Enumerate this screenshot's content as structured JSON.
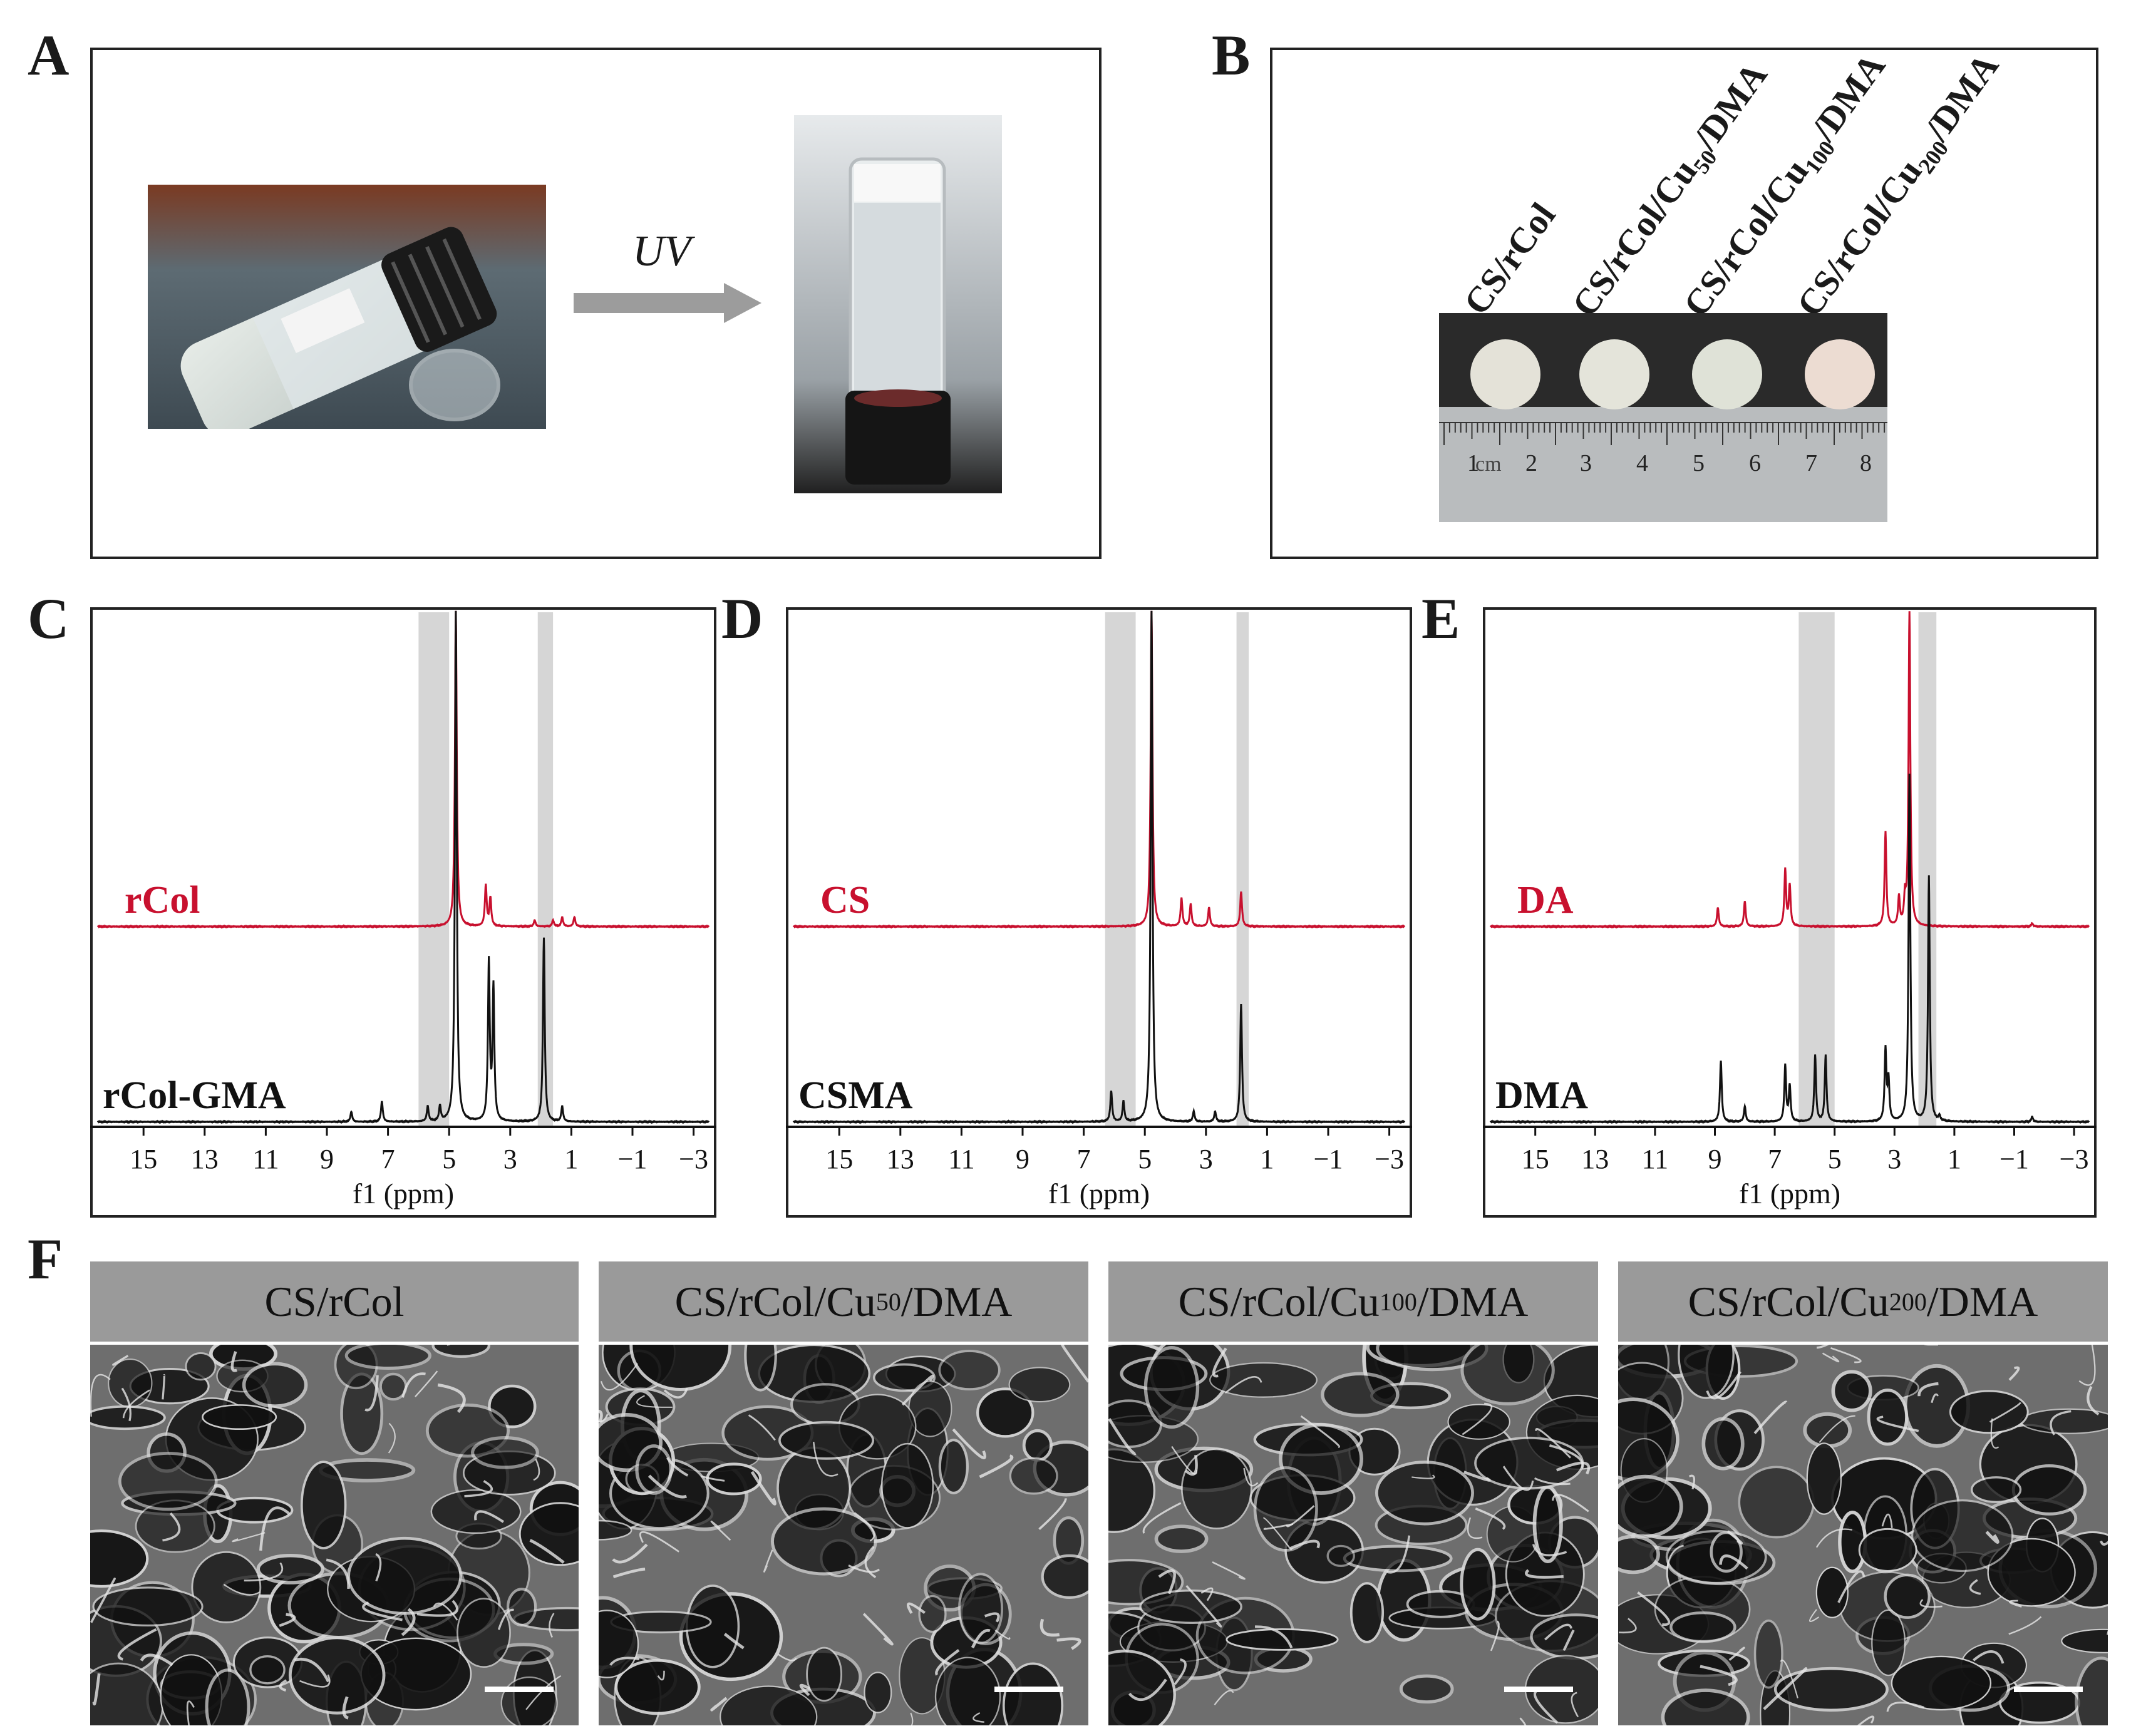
{
  "panels": {
    "A": "A",
    "B": "B",
    "C": "C",
    "D": "D",
    "E": "E",
    "F": "F"
  },
  "panelA": {
    "arrow_label": "UV"
  },
  "panelB": {
    "samples": [
      {
        "base": "CS/rCol",
        "sub": "",
        "tail": ""
      },
      {
        "base": "CS/rCol/Cu",
        "sub": "50",
        "tail": "/DMA"
      },
      {
        "base": "CS/rCol/Cu",
        "sub": "100",
        "tail": "/DMA"
      },
      {
        "base": "CS/rCol/Cu",
        "sub": "200",
        "tail": "/DMA"
      }
    ],
    "ruler_numbers": [
      "1",
      "2",
      "3",
      "4",
      "5",
      "6",
      "7",
      "8"
    ],
    "ruler_unit": "cm"
  },
  "panelF": {
    "headers": [
      {
        "base": "CS/rCol",
        "sub": "",
        "tail": ""
      },
      {
        "base": "CS/rCol/Cu",
        "sub": "50",
        "tail": "/DMA"
      },
      {
        "base": "CS/rCol/Cu",
        "sub": "100",
        "tail": "/DMA"
      },
      {
        "base": "CS/rCol/Cu",
        "sub": "200",
        "tail": "/DMA"
      }
    ]
  },
  "colors": {
    "red": "#c8102e",
    "black": "#111111",
    "gray_band": "#d6d6d6",
    "sem_header": "#9a9a9a"
  },
  "chart_data": [
    {
      "type": "line",
      "xlabel": "f1 (ppm)",
      "xticks": [
        "15",
        "13",
        "11",
        "9",
        "7",
        "5",
        "3",
        "1",
        "−1",
        "−3"
      ],
      "xlim": [
        16.5,
        -3.5
      ],
      "reversed_x": true,
      "highlight_bands_ppm": [
        [
          6.0,
          5.0
        ],
        [
          2.1,
          1.6
        ]
      ],
      "series": [
        {
          "name": "rCol",
          "color": "#c8102e",
          "peaks": [
            [
              4.78,
              100
            ],
            [
              3.8,
              13
            ],
            [
              3.65,
              9
            ],
            [
              2.2,
              2
            ],
            [
              1.6,
              2
            ],
            [
              1.3,
              3
            ],
            [
              0.9,
              3
            ]
          ]
        },
        {
          "name": "rCol-GMA",
          "color": "#111111",
          "peaks": [
            [
              8.2,
              2
            ],
            [
              7.2,
              4
            ],
            [
              5.7,
              3
            ],
            [
              5.3,
              3
            ],
            [
              4.78,
              100
            ],
            [
              3.7,
              31
            ],
            [
              3.55,
              26
            ],
            [
              1.9,
              36
            ],
            [
              1.3,
              3
            ]
          ]
        }
      ]
    },
    {
      "type": "line",
      "xlabel": "f1 (ppm)",
      "xticks": [
        "15",
        "13",
        "11",
        "9",
        "7",
        "5",
        "3",
        "1",
        "−1",
        "−3"
      ],
      "xlim": [
        16.5,
        -3.5
      ],
      "reversed_x": true,
      "highlight_bands_ppm": [
        [
          6.3,
          5.3
        ],
        [
          2.0,
          1.6
        ]
      ],
      "series": [
        {
          "name": "CS",
          "color": "#c8102e",
          "peaks": [
            [
              4.78,
              100
            ],
            [
              3.8,
              9
            ],
            [
              3.5,
              7
            ],
            [
              2.9,
              6
            ],
            [
              1.85,
              11
            ]
          ]
        },
        {
          "name": "CSMA",
          "color": "#111111",
          "peaks": [
            [
              6.1,
              6
            ],
            [
              5.7,
              4
            ],
            [
              4.78,
              100
            ],
            [
              3.4,
              2
            ],
            [
              2.7,
              2
            ],
            [
              1.85,
              23
            ]
          ]
        }
      ]
    },
    {
      "type": "line",
      "xlabel": "f1 (ppm)",
      "xticks": [
        "15",
        "13",
        "11",
        "9",
        "7",
        "5",
        "3",
        "1",
        "−1",
        "−3"
      ],
      "xlim": [
        16.5,
        -3.5
      ],
      "reversed_x": true,
      "highlight_bands_ppm": [
        [
          6.2,
          5.0
        ],
        [
          2.2,
          1.6
        ]
      ],
      "series": [
        {
          "name": "DA",
          "color": "#c8102e",
          "peaks": [
            [
              8.9,
              6
            ],
            [
              8.0,
              8
            ],
            [
              6.65,
              18
            ],
            [
              6.5,
              13
            ],
            [
              3.3,
              30
            ],
            [
              2.85,
              9
            ],
            [
              2.65,
              8
            ],
            [
              2.5,
              100
            ],
            [
              -1.6,
              1
            ]
          ]
        },
        {
          "name": "DMA",
          "color": "#111111",
          "peaks": [
            [
              8.8,
              12
            ],
            [
              8.0,
              3
            ],
            [
              6.65,
              11
            ],
            [
              6.5,
              7
            ],
            [
              5.65,
              13
            ],
            [
              5.3,
              13
            ],
            [
              3.3,
              14
            ],
            [
              3.2,
              8
            ],
            [
              2.5,
              68
            ],
            [
              1.85,
              48
            ],
            [
              1.5,
              1
            ],
            [
              -1.6,
              1
            ]
          ]
        }
      ]
    }
  ]
}
